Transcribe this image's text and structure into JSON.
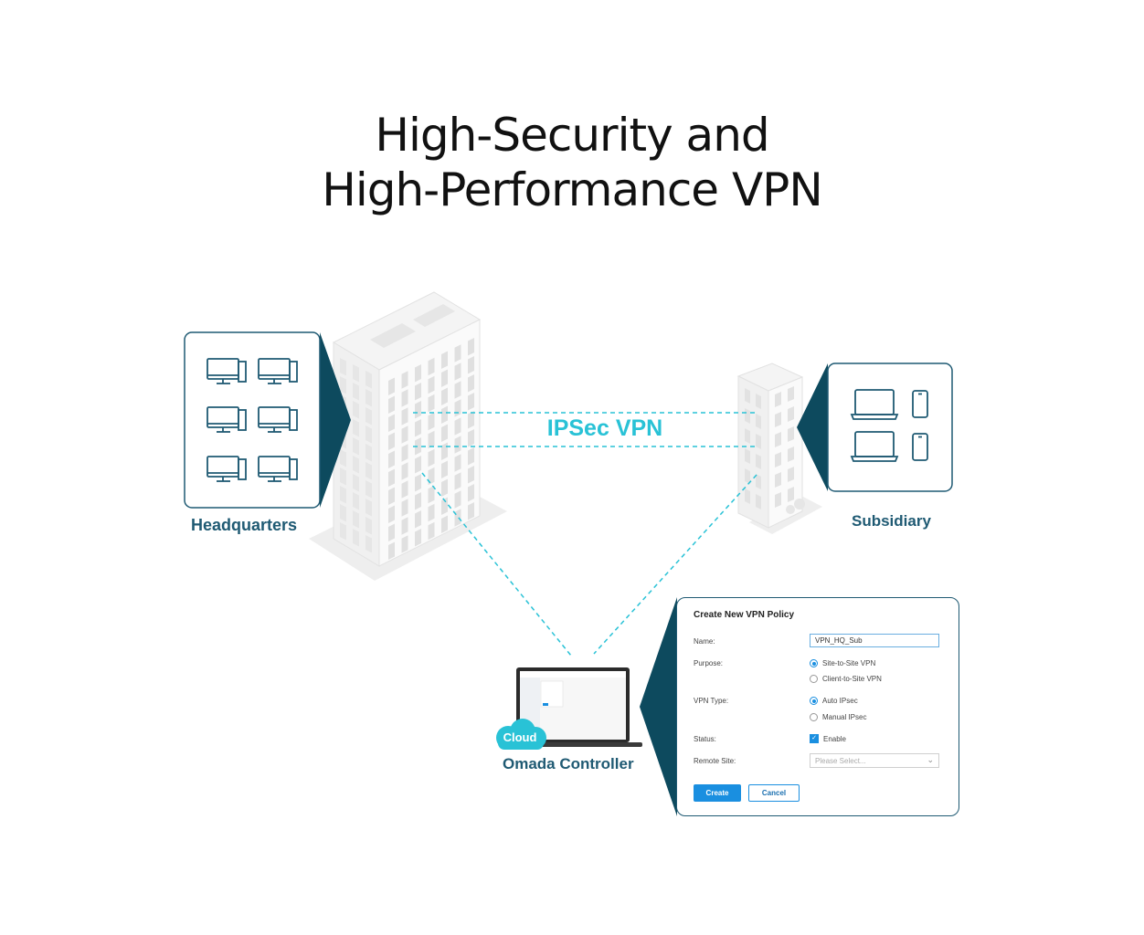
{
  "title": {
    "line1": "High-Security and",
    "line2": "High-Performance VPN"
  },
  "labels": {
    "headquarters": "Headquarters",
    "subsidiary": "Subsidiary",
    "ipsec": "IPSec VPN",
    "controller": "Omada Controller",
    "cloud": "Cloud"
  },
  "form": {
    "title": "Create New VPN Policy",
    "fields": {
      "name_label": "Name:",
      "name_value": "VPN_HQ_Sub",
      "purpose_label": "Purpose:",
      "purpose_options": [
        "Site-to-Site VPN",
        "Client-to-Site VPN"
      ],
      "purpose_selected": "Site-to-Site VPN",
      "vpn_type_label": "VPN Type:",
      "vpn_type_options": [
        "Auto IPsec",
        "Manual IPsec"
      ],
      "vpn_type_selected": "Auto IPsec",
      "status_label": "Status:",
      "status_value": "Enable",
      "status_checked": true,
      "remote_site_label": "Remote Site:",
      "remote_site_placeholder": "Please Select..."
    },
    "buttons": {
      "create": "Create",
      "cancel": "Cancel"
    }
  },
  "colors": {
    "accent_teal": "#29c2d6",
    "dark_teal": "#1f5a73",
    "panel_fill": "#0d4a5e",
    "primary_blue": "#1a8fe0"
  },
  "icons": {
    "hq_devices": [
      "desktop-icon",
      "desktop-icon",
      "desktop-icon",
      "desktop-icon",
      "desktop-icon",
      "desktop-icon"
    ],
    "subsidiary_devices": [
      "laptop-icon",
      "phone-icon",
      "laptop-icon",
      "phone-icon"
    ]
  }
}
